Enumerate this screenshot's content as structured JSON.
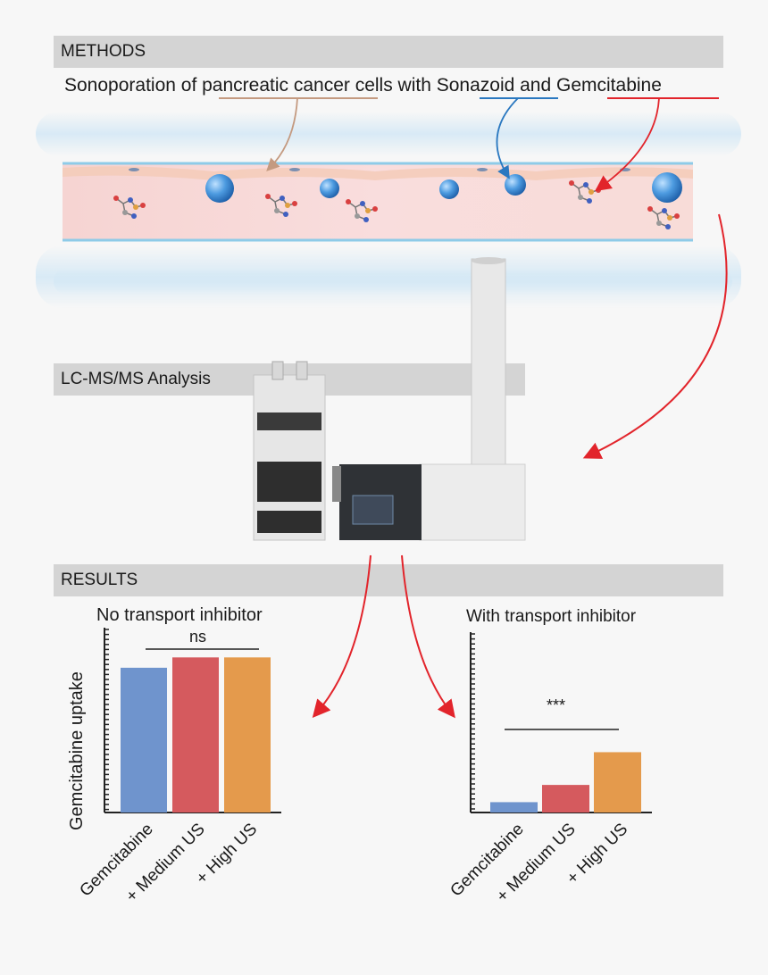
{
  "sections": {
    "methods": "METHODS",
    "lcms": "LC-MS/MS Analysis",
    "results": "RESULTS"
  },
  "methods": {
    "sentence": "Sonoporation of pancreatic cancer cells with Sonazoid and Gemcitabine"
  },
  "colors": {
    "blue": "#6f94cd",
    "red": "#d55a5e",
    "orange": "#e49a4c",
    "arrow_red": "#e2242b",
    "arrow_blue": "#2a78c0",
    "arrow_tan": "#c49a80"
  },
  "chart_data": [
    {
      "type": "bar",
      "title": "No transport inhibitor",
      "ylabel": "Gemcitabine uptake",
      "categories": [
        "Gemcitabine",
        "+ Medium US",
        "+ High US"
      ],
      "values": [
        0.84,
        0.9,
        0.9
      ],
      "ylim": [
        0,
        1
      ],
      "significance": "ns"
    },
    {
      "type": "bar",
      "title": "With transport inhibitor",
      "ylabel": "",
      "categories": [
        "Gemcitabine",
        "+ Medium US",
        "+ High US"
      ],
      "values": [
        0.06,
        0.16,
        0.35
      ],
      "ylim": [
        0,
        1
      ],
      "significance": "***"
    }
  ]
}
